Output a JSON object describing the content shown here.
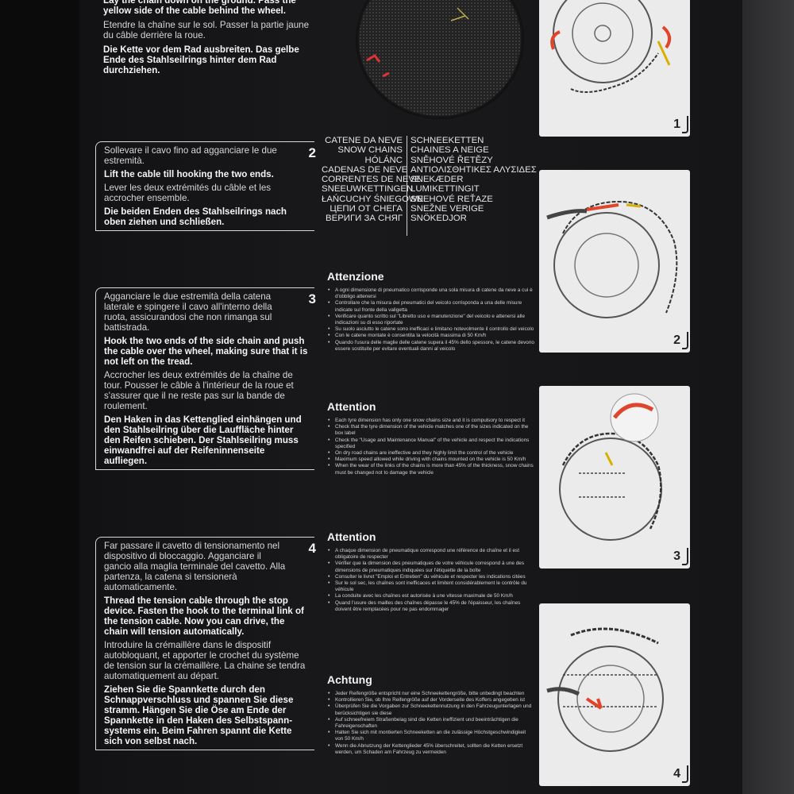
{
  "top_instructions": {
    "en": "Lay the chain down on the ground. Pass the yellow side of the cable behind the wheel.",
    "fr": "Etendre la chaîne sur le sol. Passer la partie jaune du câble derrière la roue.",
    "de": "Die Kette vor dem Rad ausbreiten. Das gelbe Ende des Stahlseilrings hinter dem Rad durchziehen."
  },
  "steps": [
    {
      "number": "2",
      "it": "Sollevare il cavo fino ad agganciare le due estremità.",
      "en": "Lift the cable till hooking the two ends.",
      "fr": "Lever les deux extrémités du câble et les accrocher ensemble.",
      "de": "Die beiden Enden des Stahlseilrings nach oben ziehen und schließen."
    },
    {
      "number": "3",
      "it": "Agganciare le due estremità della catena laterale e spingere il cavo all'interno della ruota, assicurandosi che non rimanga sul battistrada.",
      "en": "Hook the two ends of the side chain and push the cable over the wheel, making sure that it is not left on the tread.",
      "fr": "Accrocher les deux extrémités de la chaîne de tour. Pousser le câble à l'intérieur de la roue et s'assurer que il ne reste pas sur la bande de roulement.",
      "de": "Den Haken in das Kettenglied einhängen und den Stahlseilring über die Lauffläche hinter den Reifen schieben. Der Stahlseilring muss einwandfrei auf der Reifeninnenseite aufliegen."
    },
    {
      "number": "4",
      "it": "Far passare il cavetto di tensionamento nel dispositivo di bloccaggio. Agganciare il gancio alla maglia terminale del cavetto. Alla partenza, la catena si tensionerà automaticamente.",
      "en": "Thread the tension cable through the stop device. Fasten the hook to the terminal link of the tension cable. Now you can drive, the chain will tension automatically.",
      "fr": "Introduire la crémaillère dans le dispositif autobloquant, et apporter le crochet du système de tension sur la crémaillère. La chaine se tendra automatiquement au départ.",
      "de": "Ziehen Sie die Spannkette durch den Schnappverschluss und spannen Sie diese stramm. Hängen Sie die Öse am Ende der Spannkette in den Haken des Selbstspann-systems ein. Beim Fahren spannt die Kette sich von selbst nach."
    }
  ],
  "product_names": {
    "left": [
      "CATENE DA NEVE",
      "SNOW CHAINS",
      "HÓLÁNC",
      "CADENAS DE NEVE",
      "CORRENTES DE NEVE",
      "SNEEUWKETTINGEN",
      "ŁAŃCUCHY ŚNIEGOWE",
      "ЦЕПИ ОТ СНЕГА",
      "ВЕРИГИ ЗА СНЯГ"
    ],
    "right": [
      "SCHNEEKETTEN",
      "CHAINES A NEIGE",
      "SNĚHOVÉ ŘETĚZY",
      "ΑΝΤΙΟΛΙΣΘΗΤΙΚΕΣ ΑΛΥΣΙΔΕΣ",
      "SNEKÆDER",
      "LUMIKETTINGIT",
      "SNEHOVÉ REŤAZE",
      "SNEŽNE VERIGE",
      "SNÖKEDJOR"
    ]
  },
  "warnings": [
    {
      "title": "Attenzione",
      "items": [
        "A ogni dimensione di pneumatico corrisponde una sola misura di catene da neve a cui è d'obbligo attenersi",
        "Controllare che la misura dei pneumatici del veicolo corrisponda a una delle misure indicate sul fronte della valigetta",
        "Verificare quanto scritto sul \"Libretto uso e manutenzione\" del veicolo e attenersi alle indicazioni su di esso riportate",
        "Su suolo asciutto le catene sono inefficaci e limitano notevolmente il controllo del veicolo",
        "Con le catene montate è consentita la velocità massima di 50 Km/h",
        "Quando l'usura delle maglie delle catene supera il 45% dello spessore, le catene devono essere sostituite per evitare eventuali danni al veicolo"
      ]
    },
    {
      "title": "Attention",
      "items": [
        "Each tyre dimension has only one snow chains size and it is compulsory to respect it",
        "Check that the tyre dimension of the vehicle matches one of the sizes indicated on the box label",
        "Check the \"Usage and Maintenance Manual\" of the vehicle and respect the indications specified",
        "On dry road chains are ineffective and they highly limit the control of the vehicle",
        "Maximum speed allowed while driving with chains mounted on the vehicle is 50 Km/h",
        "When the wear of the links of the chains is more than 45% of the thickness, snow chains must be changed not to damage the vehicle"
      ]
    },
    {
      "title": "Attention",
      "items": [
        "A chaque dimension de pneumatique correspond une référence de chaîne et il est obligatoire de respecter",
        "Vérifier que la dimension des pneumatiques de votre véhicule correspond à une des dimensions de pneumatiques indiquées sur l'étiquette de la boîte",
        "Consulter le livret \"Emploi et Entretien\" du véhicule et respecter les indications citées",
        "Sur le sol sec, les chaînes sont inefficaces et limitent considérablement le contrôle du véhicule",
        "La conduite avec les chaînes est autorisée à une vitesse maximale de 50 Km/h",
        "Quand l'usure des mailles des chaînes dépasse le 45% de l'épaisseur, les chaînes doivent être remplacées pour ne pas endommager"
      ]
    },
    {
      "title": "Achtung",
      "items": [
        "Jeder Reifengröße entspricht nur eine Schneekettengröße, bitte unbedingt beachten",
        "Kontrollieren Sie, ob Ihre Reifengröße auf der Vorderseite des Koffers angegeben ist",
        "Überprüfen Sie die Vorgaben zur Schneekettennutzung in den Fahrzeugunterlagen und berücksichtigen sie diese",
        "Auf schneefreiem Straßenbelag sind die Ketten ineffizient und beeinträchtigen die Fahreigenschaften",
        "Halten Sie sich mit montierten Schneeketten an die zulässige Höchstgeschwindigkeit von 50 Km/h",
        "Wenn die Abnutzung der Kettenglieder 45% überschreitet, sollten die Ketten ersetzt werden, um Schaden am Fahrzeug zu vermeiden"
      ]
    }
  ],
  "figures": [
    {
      "number": "1"
    },
    {
      "number": "2"
    },
    {
      "number": "3"
    },
    {
      "number": "4"
    }
  ]
}
